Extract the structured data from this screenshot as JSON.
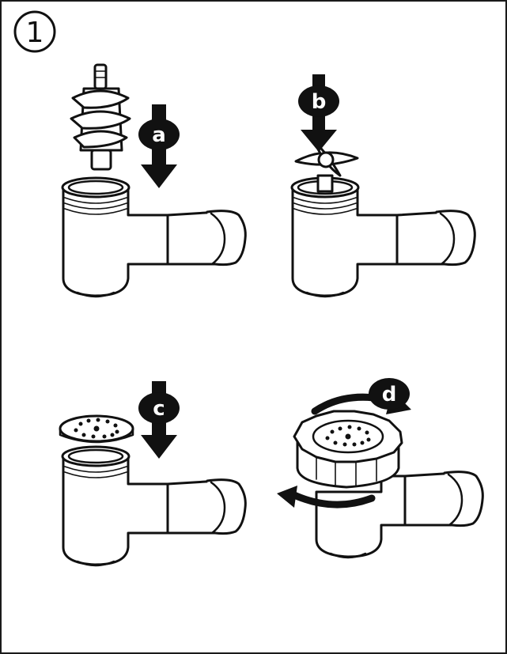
{
  "step": {
    "number": "1"
  },
  "steps": [
    {
      "label": "a"
    },
    {
      "label": "b"
    },
    {
      "label": "c"
    },
    {
      "label": "d"
    }
  ],
  "colors": {
    "ink": "#111111",
    "paper": "#ffffff"
  },
  "icons": [
    "step-number-badge",
    "down-arrow-icon",
    "rotate-arrows-icon"
  ]
}
